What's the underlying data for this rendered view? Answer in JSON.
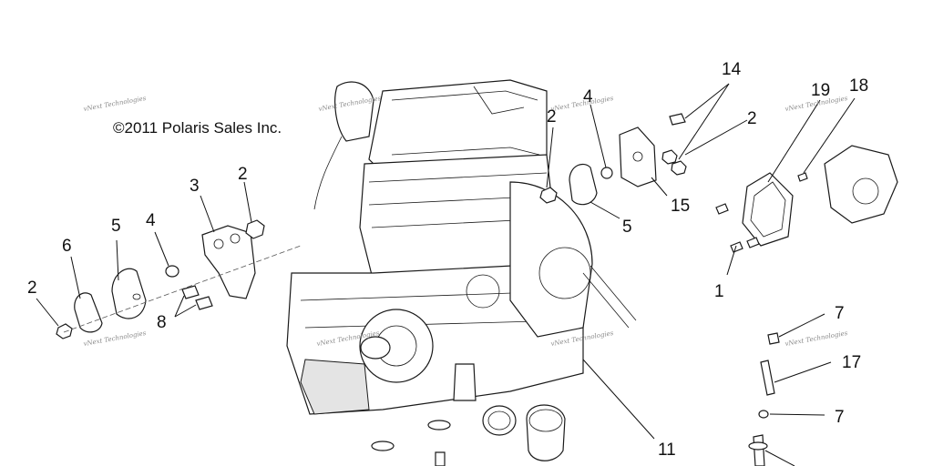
{
  "copyright": "©2011  Polaris Sales Inc.",
  "watermark": "vNext Technologies",
  "callouts": {
    "c14": "14",
    "c19": "19",
    "c18": "18",
    "c4_top": "4",
    "c2_top_mid": "2",
    "c2_top_right": "2",
    "c15": "15",
    "c5_right": "5",
    "c2_left_top": "2",
    "c3": "3",
    "c5_left": "5",
    "c4_left": "4",
    "c6": "6",
    "c2_left": "2",
    "c8": "8",
    "c1": "1",
    "c7_top": "7",
    "c17": "17",
    "c7_bottom": "7",
    "c11": "11"
  }
}
